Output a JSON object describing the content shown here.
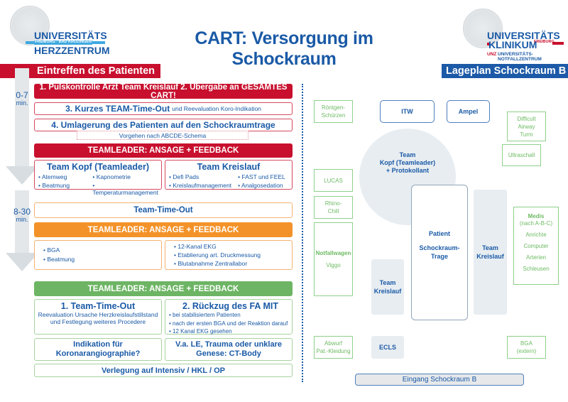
{
  "logos": {
    "left": {
      "line1": "UNIVERSITÄTS",
      "line2": "FREIBURG · BAD KROZINGEN",
      "line3": "HERZZENTRUM"
    },
    "right": {
      "line1": "UNIVERSITÄTS",
      "line2": "KLINIKUM",
      "line2_suffix": "FREIBURG",
      "line3_prefix": "UNZ",
      "line3": "UNIVERSITÄTS-NOTFALLZENTRUM"
    }
  },
  "title": "CART: Versorgung im Schockraum",
  "colors": {
    "red": "#c8102e",
    "orange": "#f39228",
    "green": "#6db564",
    "blue": "#1c5aa8",
    "text_blue": "#1a5aa6",
    "grey": "#e8edf1"
  },
  "left_panel": {
    "header": "Eintreffen des Patienten",
    "phase1": {
      "time": "0-7",
      "unit": "min.",
      "step12": "1. Pulskontrolle Arzt Team Kreislauf  2. Übergabe an GESAMTES CART!",
      "step3_bold": "3. Kurzes TEAM-Time-Out",
      "step3_small": " und Reevaluation Koro-Indikation",
      "step4": "4. Umlagerung des Patienten auf den Schockraumtrage",
      "step4_note": "Vorgehen nach ABCDE-Schema",
      "teamleader": "TEAMLEADER: ANSAGE + FEEDBACK",
      "team_kopf": {
        "title": "Team Kopf (Teamleader)",
        "items": [
          "Atemweg",
          "Kapnometrie",
          "Beatmung",
          "Temperaturmanagement"
        ]
      },
      "team_kreislauf": {
        "title": "Team Kreislauf",
        "items": [
          "Defi Pads",
          "FAST und FEEL",
          "Kreislaufmanagement",
          "Analgosedation"
        ]
      }
    },
    "phase2": {
      "time": "8-30",
      "unit": "min.",
      "timeout": "Team-Time-Out",
      "teamleader": "TEAMLEADER: ANSAGE + FEEDBACK",
      "left_items": [
        "BGA",
        "Beatmung"
      ],
      "right_items": [
        "12-Kanal EKG",
        "Etablierung art. Druckmessung",
        "Blutabnahme Zentrallabor"
      ]
    },
    "phase3": {
      "teamleader": "TEAMLEADER: ANSAGE + FEEDBACK",
      "timeout": {
        "title": "1. Team-Time-Out",
        "text": "Reevaluation Ursache Herzkreislaufstillstand und Festlegung weiteres Procedere"
      },
      "rueckzug": {
        "title": "2. Rückzug des FA MIT",
        "items": [
          "bei stabilisiertem Patienten",
          "nach der ersten BGA und der Reaktion darauf",
          "12 Kanal EKG gesehen"
        ]
      },
      "indikation": "Indikation für Koronarangiographie?",
      "ct": "V.a. LE, Trauma oder unklare Genese: CT-Body",
      "verlegung": "Verlegung auf Intensiv / HKL / OP"
    }
  },
  "right_panel": {
    "header": "Lageplan Schockraum B",
    "roentgen": "Röntgen-\nSchürzen",
    "itw": "ITW",
    "ampel": "Ampel",
    "difficult_airway": [
      "Difficult",
      "Airway",
      "Turm"
    ],
    "ultraschall": "Ultraschall",
    "team_kopf": [
      "Team",
      "Kopf (Teamleader)",
      "+ Protokollant"
    ],
    "lucas": "LUCAS",
    "rhino": [
      "Rhino-",
      "Chill"
    ],
    "notfallwagen": "Notfallwagen",
    "viggo": "Viggo",
    "team_kreislauf_left": [
      "Team",
      "Kreislauf"
    ],
    "patient": "Patient",
    "trage": [
      "Schockraum-",
      "Trage"
    ],
    "team_kreislauf_right": [
      "Team",
      "Kreislauf"
    ],
    "medis": {
      "title": "Medis",
      "sub": "(nach A-B-C)",
      "items": [
        "Anrichte",
        "Computer",
        "Arterien",
        "Schleusen"
      ]
    },
    "abwurf": [
      "Abwurf",
      "Pat.-Kleidung"
    ],
    "ecls": "ECLS",
    "bga_extern": [
      "BGA",
      "(extern)"
    ],
    "eingang": "Eingang Schockraum B"
  }
}
